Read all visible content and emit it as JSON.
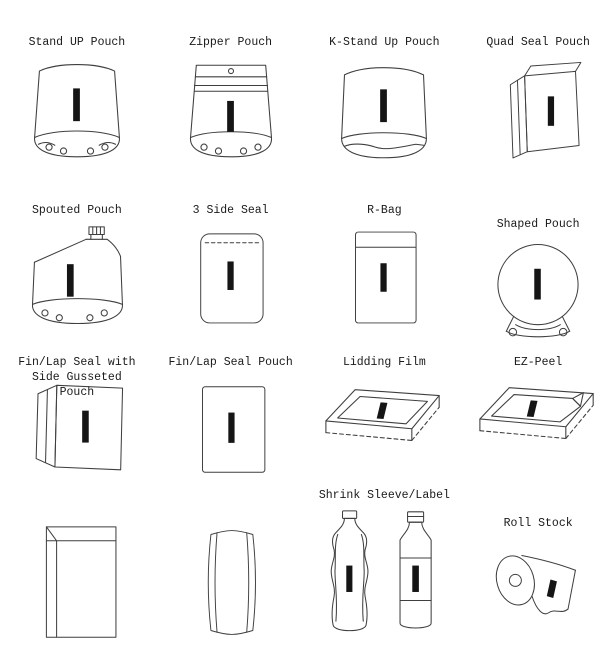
{
  "page": {
    "background_color": "#ffffff",
    "line_color": "#3f3f3f",
    "bar_color": "#151515",
    "description": "Packaging pouch types line-drawing chart"
  },
  "items": [
    {
      "label": "Stand UP Pouch",
      "icon": "stand-up-pouch-icon"
    },
    {
      "label": "Zipper Pouch",
      "icon": "zipper-pouch-icon"
    },
    {
      "label": "K-Stand Up Pouch",
      "icon": "k-stand-up-pouch-icon"
    },
    {
      "label": "Quad Seal Pouch",
      "icon": "quad-seal-pouch-icon"
    },
    {
      "label": "Spouted Pouch",
      "icon": "spouted-pouch-icon"
    },
    {
      "label": "3 Side Seal",
      "icon": "three-side-seal-icon"
    },
    {
      "label": "R-Bag",
      "icon": "r-bag-icon"
    },
    {
      "label": "Shaped Pouch",
      "icon": "shaped-pouch-icon"
    },
    {
      "label": "Fin/Lap Seal with Side Gusseted Pouch",
      "icon": "fin-lap-seal-side-gusseted-pouch-icon"
    },
    {
      "label": "Fin/Lap Seal Pouch",
      "icon": "fin-lap-seal-pouch-icon"
    },
    {
      "label": "Lidding Film",
      "icon": "lidding-film-icon"
    },
    {
      "label": "EZ-Peel",
      "icon": "ez-peel-icon"
    },
    {
      "label": "",
      "icon": "side-gusseted-bag-icon"
    },
    {
      "label": "",
      "icon": "pillow-pouch-icon"
    },
    {
      "label": "Shrink Sleeve/Label",
      "icon": "shrink-sleeve-label-icon"
    },
    {
      "label": "Roll Stock",
      "icon": "roll-stock-icon"
    }
  ]
}
